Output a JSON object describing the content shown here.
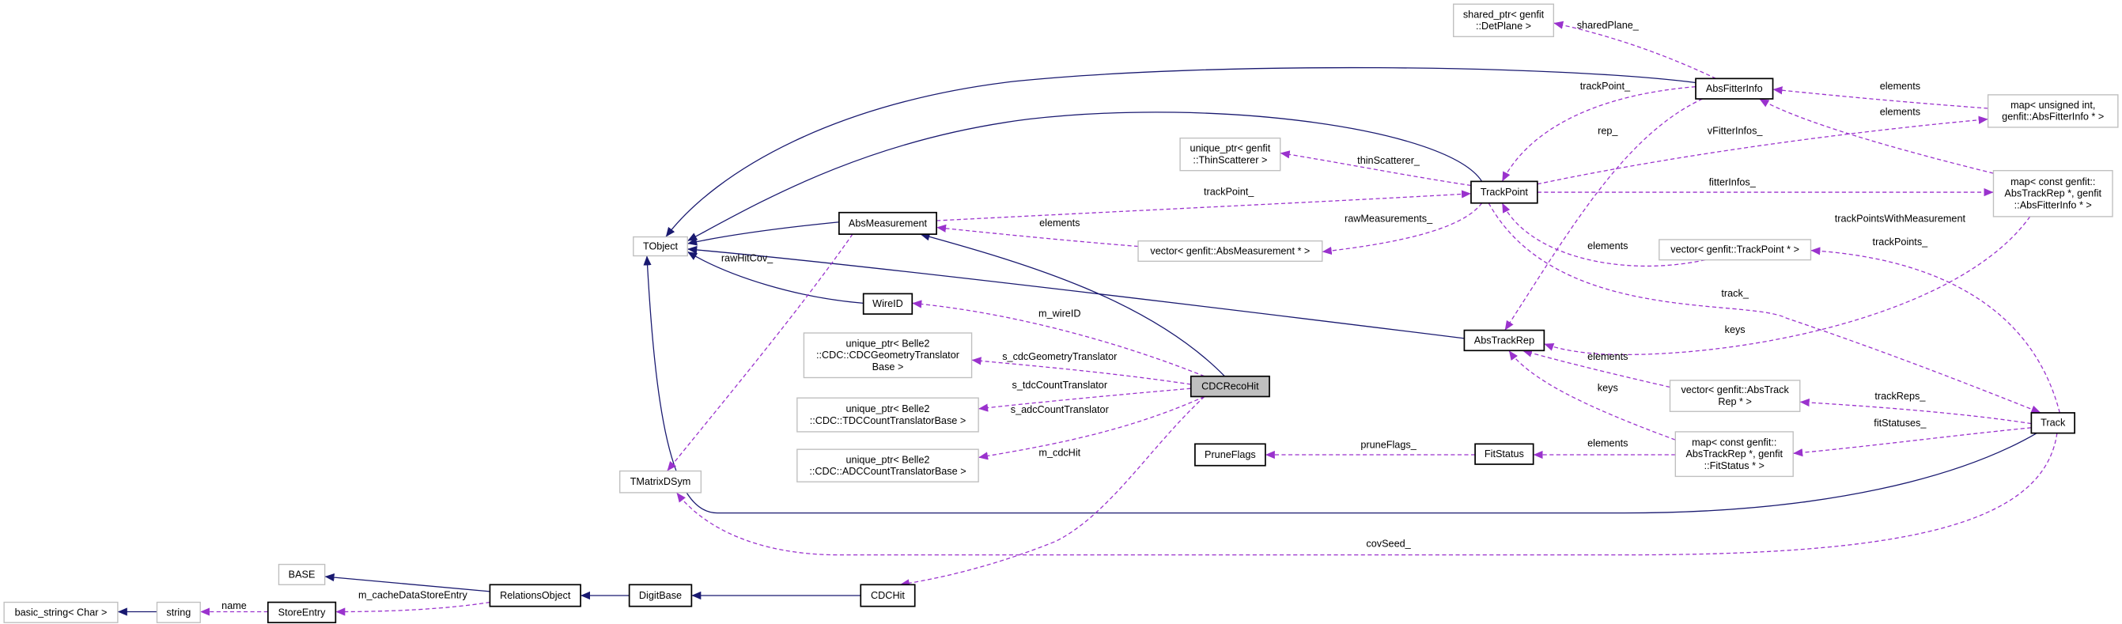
{
  "colors": {
    "inheritance": "#191970",
    "usage": "#9a32cd",
    "highlight_fill": "#bfbfbf",
    "external_border": "#bfbfbf",
    "class_border": "#000000"
  },
  "nodes": [
    {
      "id": "detplane",
      "lines": [
        "shared_ptr< genfit",
        "::DetPlane >"
      ],
      "style": "external"
    },
    {
      "id": "absfitterinfo",
      "lines": [
        "AbsFitterInfo"
      ],
      "style": "class"
    },
    {
      "id": "mapunsigned",
      "lines": [
        "map< unsigned int,",
        "genfit::AbsFitterInfo * >"
      ],
      "style": "external"
    },
    {
      "id": "thinscatterer",
      "lines": [
        "unique_ptr< genfit",
        "::ThinScatterer >"
      ],
      "style": "external"
    },
    {
      "id": "trackpoint",
      "lines": [
        "TrackPoint"
      ],
      "style": "class"
    },
    {
      "id": "mapconstfitter",
      "lines": [
        "map< const genfit::",
        "AbsTrackRep *, genfit",
        "::AbsFitterInfo * >"
      ],
      "style": "external"
    },
    {
      "id": "absmeasurement",
      "lines": [
        "AbsMeasurement"
      ],
      "style": "class"
    },
    {
      "id": "tobject",
      "lines": [
        "TObject"
      ],
      "style": "external"
    },
    {
      "id": "vecabsmeas",
      "lines": [
        "vector< genfit::AbsMeasurement * >"
      ],
      "style": "external"
    },
    {
      "id": "vectrackpoint",
      "lines": [
        "vector< genfit::TrackPoint * >"
      ],
      "style": "external"
    },
    {
      "id": "wireid",
      "lines": [
        "WireID"
      ],
      "style": "class"
    },
    {
      "id": "abstrackrep",
      "lines": [
        "AbsTrackRep"
      ],
      "style": "class"
    },
    {
      "id": "cdcgeom",
      "lines": [
        "unique_ptr< Belle2",
        "::CDC::CDCGeometryTranslator",
        "Base >"
      ],
      "style": "external"
    },
    {
      "id": "cdcrecohit",
      "lines": [
        "CDCRecoHit"
      ],
      "style": "highlight"
    },
    {
      "id": "vecabstrackrep",
      "lines": [
        "vector< genfit::AbsTrack",
        "Rep * >"
      ],
      "style": "external"
    },
    {
      "id": "tdc",
      "lines": [
        "unique_ptr< Belle2",
        "::CDC::TDCCountTranslatorBase >"
      ],
      "style": "external"
    },
    {
      "id": "track",
      "lines": [
        "Track"
      ],
      "style": "class"
    },
    {
      "id": "pruneflags",
      "lines": [
        "PruneFlags"
      ],
      "style": "class"
    },
    {
      "id": "fitstatus",
      "lines": [
        "FitStatus"
      ],
      "style": "class"
    },
    {
      "id": "mapfitstatus",
      "lines": [
        "map< const genfit::",
        "AbsTrackRep *, genfit",
        "::FitStatus * >"
      ],
      "style": "external"
    },
    {
      "id": "adc",
      "lines": [
        "unique_ptr< Belle2",
        "::CDC::ADCCountTranslatorBase >"
      ],
      "style": "external"
    },
    {
      "id": "tmatrix",
      "lines": [
        "TMatrixDSym"
      ],
      "style": "external"
    },
    {
      "id": "base",
      "lines": [
        "BASE"
      ],
      "style": "external"
    },
    {
      "id": "relations",
      "lines": [
        "RelationsObject"
      ],
      "style": "class"
    },
    {
      "id": "digitbase",
      "lines": [
        "DigitBase"
      ],
      "style": "class"
    },
    {
      "id": "cdchit",
      "lines": [
        "CDCHit"
      ],
      "style": "class"
    },
    {
      "id": "storeentry",
      "lines": [
        "StoreEntry"
      ],
      "style": "class"
    },
    {
      "id": "string",
      "lines": [
        "string"
      ],
      "style": "external"
    },
    {
      "id": "basicstring",
      "lines": [
        "basic_string< Char >"
      ],
      "style": "external"
    }
  ],
  "edges": [
    {
      "id": "afi_tobj",
      "from": "absfitterinfo",
      "to": "tobject",
      "kind": "inheritance",
      "label": null
    },
    {
      "id": "tp_tobj",
      "from": "trackpoint",
      "to": "tobject",
      "kind": "inheritance",
      "label": null
    },
    {
      "id": "am_tobj",
      "from": "absmeasurement",
      "to": "tobject",
      "kind": "inheritance",
      "label": null
    },
    {
      "id": "wire_tobj",
      "from": "wireid",
      "to": "tobject",
      "kind": "inheritance",
      "label": null
    },
    {
      "id": "atr_tobj",
      "from": "abstrackrep",
      "to": "tobject",
      "kind": "inheritance",
      "label": null
    },
    {
      "id": "track_tobj",
      "from": "track",
      "to": "tobject",
      "kind": "inheritance",
      "label": null
    },
    {
      "id": "crh_am",
      "from": "cdcrecohit",
      "to": "absmeasurement",
      "kind": "inheritance",
      "label": null
    },
    {
      "id": "rel_base",
      "from": "relations",
      "to": "base",
      "kind": "inheritance",
      "label": null
    },
    {
      "id": "dig_rel",
      "from": "digitbase",
      "to": "relations",
      "kind": "inheritance",
      "label": null
    },
    {
      "id": "hit_dig",
      "from": "cdchit",
      "to": "digitbase",
      "kind": "inheritance",
      "label": null
    },
    {
      "id": "str_bs",
      "from": "string",
      "to": "basicstring",
      "kind": "inheritance",
      "label": null
    },
    {
      "id": "sharedplane",
      "from": "absfitterinfo",
      "to": "detplane",
      "kind": "usage",
      "label": "sharedPlane_"
    },
    {
      "id": "afi_tp",
      "from": "absfitterinfo",
      "to": "trackpoint",
      "kind": "usage",
      "label": "trackPoint_"
    },
    {
      "id": "rep",
      "from": "absfitterinfo",
      "to": "abstrackrep",
      "kind": "usage",
      "label": "rep_"
    },
    {
      "id": "mapu_afi",
      "from": "mapunsigned",
      "to": "absfitterinfo",
      "kind": "usage",
      "label": "elements"
    },
    {
      "id": "vfitterinfos",
      "from": "trackpoint",
      "to": "mapunsigned",
      "kind": "usage",
      "label": "vFitterInfos_"
    },
    {
      "id": "mapc_afi",
      "from": "mapconstfitter",
      "to": "absfitterinfo",
      "kind": "usage",
      "label": "elements"
    },
    {
      "id": "fitterinfos",
      "from": "trackpoint",
      "to": "mapconstfitter",
      "kind": "usage",
      "label": "fitterInfos_"
    },
    {
      "id": "thinscat",
      "from": "trackpoint",
      "to": "thinscatterer",
      "kind": "usage",
      "label": "thinScatterer_"
    },
    {
      "id": "am_tp",
      "from": "absmeasurement",
      "to": "trackpoint",
      "kind": "usage",
      "label": "trackPoint_"
    },
    {
      "id": "rawmeas",
      "from": "trackpoint",
      "to": "vecabsmeas",
      "kind": "usage",
      "label": "rawMeasurements_"
    },
    {
      "id": "vecam_am",
      "from": "vecabsmeas",
      "to": "absmeasurement",
      "kind": "usage",
      "label": "elements"
    },
    {
      "id": "rawhitcov",
      "from": "absmeasurement",
      "to": "tmatrix",
      "kind": "usage",
      "label": "rawHitCov_"
    },
    {
      "id": "vectp_tp",
      "from": "vectrackpoint",
      "to": "trackpoint",
      "kind": "usage",
      "label": "elements"
    },
    {
      "id": "track_",
      "from": "trackpoint",
      "to": "track",
      "kind": "usage",
      "label": "track_"
    },
    {
      "id": "trackpoints",
      "from": "track",
      "to": "vectrackpoint",
      "kind": "usage",
      "label": "trackPointsWithMeasurement"
    },
    {
      "id": "trackpoints2",
      "from": "track",
      "to": "vectrackpoint",
      "kind": "usage",
      "label": "trackPoints_"
    },
    {
      "id": "trackreps",
      "from": "track",
      "to": "vecabstrackrep",
      "kind": "usage",
      "label": "trackReps_"
    },
    {
      "id": "fitstatuses",
      "from": "track",
      "to": "mapfitstatus",
      "kind": "usage",
      "label": "fitStatuses_"
    },
    {
      "id": "covseed",
      "from": "track",
      "to": "tmatrix",
      "kind": "usage",
      "label": "covSeed_"
    },
    {
      "id": "mapc_keys",
      "from": "mapconstfitter",
      "to": "abstrackrep",
      "kind": "usage",
      "label": "keys"
    },
    {
      "id": "vecatr_atr",
      "from": "vecabstrackrep",
      "to": "abstrackrep",
      "kind": "usage",
      "label": "elements"
    },
    {
      "id": "mapfs_keys",
      "from": "mapfitstatus",
      "to": "abstrackrep",
      "kind": "usage",
      "label": "keys"
    },
    {
      "id": "mapfs_fs",
      "from": "mapfitstatus",
      "to": "fitstatus",
      "kind": "usage",
      "label": "elements"
    },
    {
      "id": "pruneflags",
      "from": "fitstatus",
      "to": "pruneflags",
      "kind": "usage",
      "label": "pruneFlags_"
    },
    {
      "id": "wireid_u",
      "from": "cdcrecohit",
      "to": "wireid",
      "kind": "usage",
      "label": "m_wireID"
    },
    {
      "id": "geom",
      "from": "cdcrecohit",
      "to": "cdcgeom",
      "kind": "usage",
      "label": "s_cdcGeometryTranslator"
    },
    {
      "id": "tdc_u",
      "from": "cdcrecohit",
      "to": "tdc",
      "kind": "usage",
      "label": "s_tdcCountTranslator"
    },
    {
      "id": "adc_u",
      "from": "cdcrecohit",
      "to": "adc",
      "kind": "usage",
      "label": "s_adcCountTranslator"
    },
    {
      "id": "cdchit_u",
      "from": "cdcrecohit",
      "to": "cdchit",
      "kind": "usage",
      "label": "m_cdcHit"
    },
    {
      "id": "cache",
      "from": "relations",
      "to": "storeentry",
      "kind": "usage",
      "label": "m_cacheDataStoreEntry"
    },
    {
      "id": "name",
      "from": "storeentry",
      "to": "string",
      "kind": "usage",
      "label": "name"
    }
  ]
}
